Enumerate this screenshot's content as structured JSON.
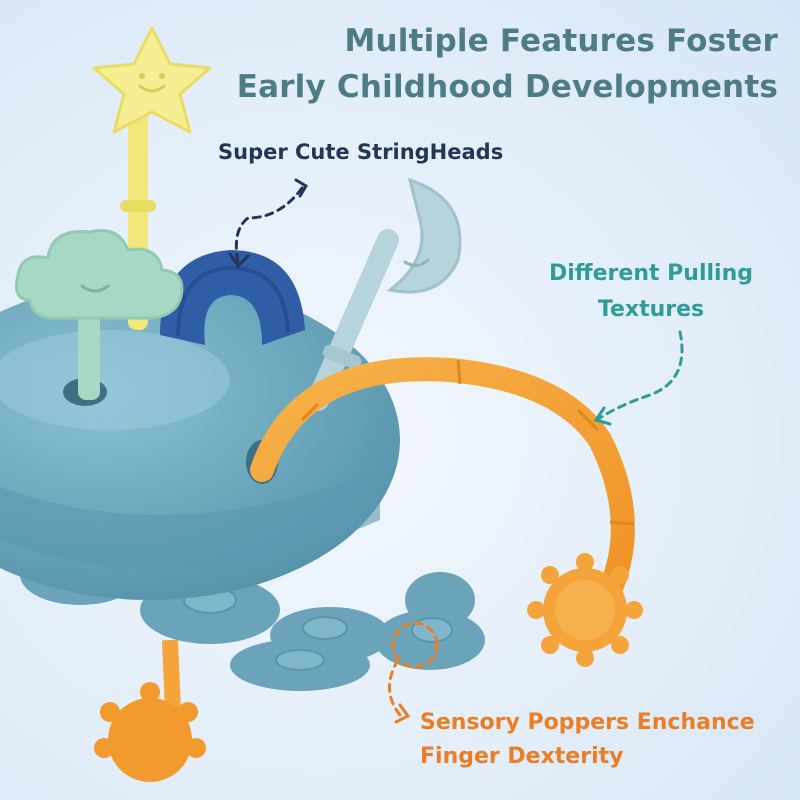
{
  "headline": {
    "line1": "Multiple Features Foster",
    "line2": "Early Childhood Developments"
  },
  "callouts": {
    "string_heads": "Super Cute StringHeads",
    "pulling_textures": {
      "line1": "Different Pulling",
      "line2": "Textures"
    },
    "sensory_poppers": {
      "line1": "Sensory Poppers Enchance",
      "line2": "Finger Dexterity"
    }
  },
  "colors": {
    "headline": "#4d7c84",
    "string_heads_label": "#243656",
    "pulling_label": "#2f9c98",
    "poppers_label": "#ec7d22",
    "toy_body": "#6aa6bd",
    "star": "#f6ee92",
    "cloud": "#a6d8c4",
    "rainbow": "#2f5ea6",
    "moon": "#b6d4dc",
    "pull_string": "#f4a43a"
  }
}
